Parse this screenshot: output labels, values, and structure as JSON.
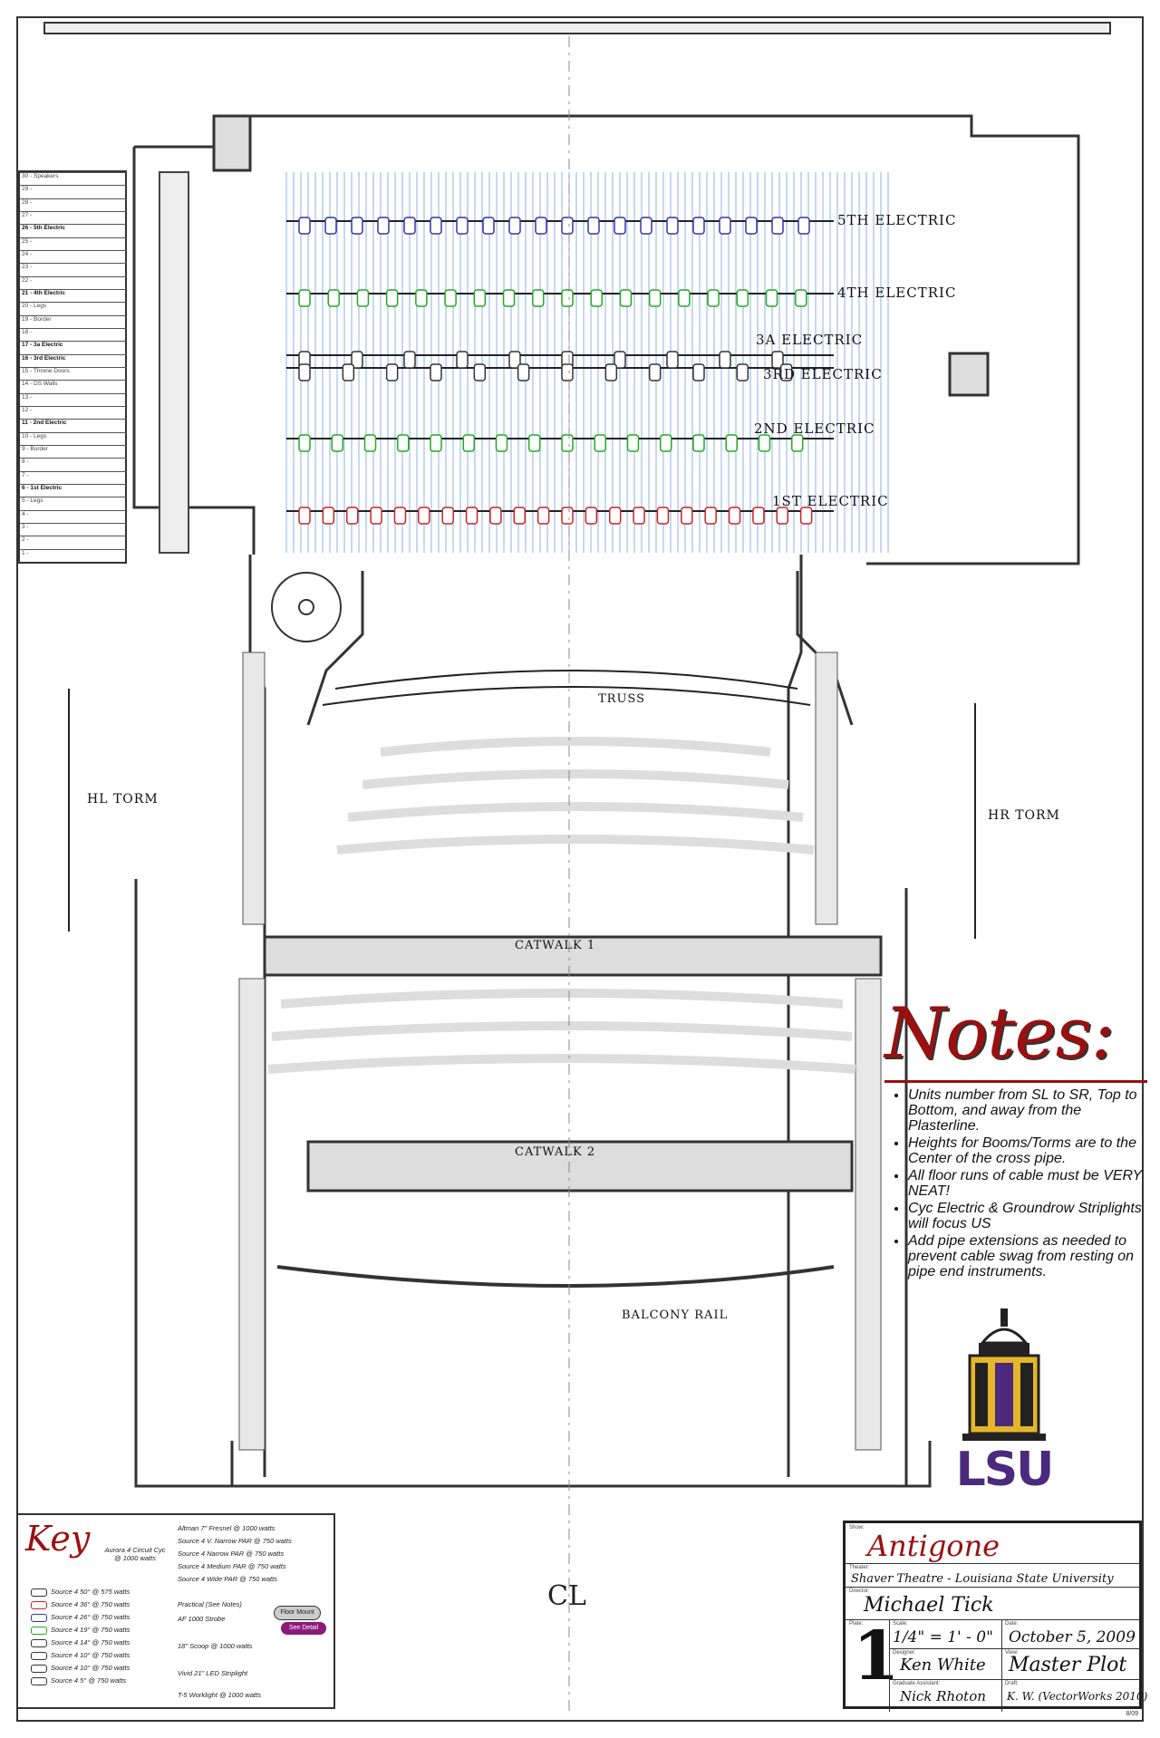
{
  "legend_table": {
    "rows": [
      {
        "label": "30 - Speakers",
        "bold": false
      },
      {
        "label": "29 -",
        "bold": false
      },
      {
        "label": "28 -",
        "bold": false
      },
      {
        "label": "27 -",
        "bold": false
      },
      {
        "label": "26 - 5th Electric",
        "bold": true
      },
      {
        "label": "25 -",
        "bold": false
      },
      {
        "label": "24 -",
        "bold": false
      },
      {
        "label": "23 -",
        "bold": false
      },
      {
        "label": "22 -",
        "bold": false
      },
      {
        "label": "21 - 4th Electric",
        "bold": true
      },
      {
        "label": "20 - Legs",
        "bold": false
      },
      {
        "label": "19 - Border",
        "bold": false
      },
      {
        "label": "18 -",
        "bold": false
      },
      {
        "label": "17 - 3a Electric",
        "bold": true
      },
      {
        "label": "16 - 3rd Electric",
        "bold": true
      },
      {
        "label": "15 - Throne Doors",
        "bold": false
      },
      {
        "label": "14 - DS Walls",
        "bold": false
      },
      {
        "label": "13 -",
        "bold": false
      },
      {
        "label": "12 -",
        "bold": false
      },
      {
        "label": "11 - 2nd Electric",
        "bold": true
      },
      {
        "label": "10 - Legs",
        "bold": false
      },
      {
        "label": "9 - Border",
        "bold": false
      },
      {
        "label": "8 -",
        "bold": false
      },
      {
        "label": "7 -",
        "bold": false
      },
      {
        "label": "6 - 1st Electric",
        "bold": true
      },
      {
        "label": "5 - Legs",
        "bold": false
      },
      {
        "label": "4 -",
        "bold": false
      },
      {
        "label": "3 -",
        "bold": false
      },
      {
        "label": "2 -",
        "bold": false
      },
      {
        "label": "1 -",
        "bold": false
      }
    ]
  },
  "positions": {
    "fifth": "5TH ELECTRIC",
    "fourth": "4TH ELECTRIC",
    "threeA": "3A ELECTRIC",
    "third": "3RD ELECTRIC",
    "second": "2ND ELECTRIC",
    "first": "1ST ELECTRIC",
    "truss": "TRUSS",
    "hl_torm": "HL TORM",
    "hr_torm": "HR TORM",
    "catwalk1": "CATWALK 1",
    "catwalk2": "CATWALK 2",
    "balcony": "BALCONY RAIL"
  },
  "notes": {
    "title": "Notes:",
    "items": [
      "Units number from SL to SR, Top to Bottom, and away from the Plasterline.",
      "Heights for Booms/Torms are to the Center of the cross pipe.",
      "All floor runs of cable must be VERY NEAT!",
      "Cyc Electric & Groundrow Striplights will focus US",
      "Add pipe extensions as needed to prevent cable swag from resting on pipe end instruments."
    ]
  },
  "key": {
    "title": "Key",
    "items": {
      "aurora": "Aurora 4 Circuit Cyc @ 1000 watts",
      "s50": "Source 4 50° @ 575 watts",
      "s36": "Source 4 36° @ 750 watts",
      "s26": "Source 4 26° @ 750 watts",
      "s19": "Source 4 19° @ 750 watts",
      "s14": "Source 4 14° @ 750 watts",
      "s10a": "Source 4 10° @ 750 watts",
      "s10b": "Source 4 10° @ 750 watts",
      "s5": "Source 4 5° @ 750 watts",
      "fresnel": "Altman 7\" Fresnel @ 1000 watts",
      "vnpar": "Source 4 V. Narrow PAR @ 750 watts",
      "npar": "Source 4 Narrow PAR @ 750 watts",
      "mpar": "Source 4 Medium PAR @ 750 watts",
      "wpar": "Source 4 Wide PAR @ 750 watts",
      "practical": "Practical (See Notes)",
      "strobe": "AF 1000 Strobe",
      "scoop": "18\" Scoop @ 1000 watts",
      "vivid": "Vivid 21\" LED Striplight",
      "worklight": "T-5 Worklight @ 1000 watts",
      "floor_mount": "Floor Mount",
      "see_detail": "See Detail"
    }
  },
  "title_block": {
    "show_cap": "Show:",
    "show": "Antigone",
    "theater_cap": "Theater:",
    "theater": "Shaver Theatre - Louisiana State University",
    "director_cap": "Director:",
    "director": "Michael Tick",
    "plate_cap": "Plate:",
    "plate": "1",
    "scale_cap": "Scale:",
    "scale": "1/4\" = 1' - 0\"",
    "date_cap": "Date:",
    "date": "October 5, 2009",
    "designer_cap": "Designer:",
    "designer": "Ken White",
    "view_cap": "View:",
    "view": "Master Plot",
    "ga_cap": "Graduate Assistant:",
    "ga": "Nick Rhoton",
    "draft_cap": "Draft:",
    "draft": "K. W. (VectorWorks 2010)"
  },
  "misc": {
    "centerline": "CL",
    "revision": "8/09",
    "logo_text": "LSU"
  },
  "colors": {
    "notes_red": "#9a1010",
    "lsu_purple": "#4b2a7d",
    "lsu_gold": "#e5b52a",
    "batten_blue": "#8fb1e3",
    "boom_magenta": "#8b1a7a"
  }
}
